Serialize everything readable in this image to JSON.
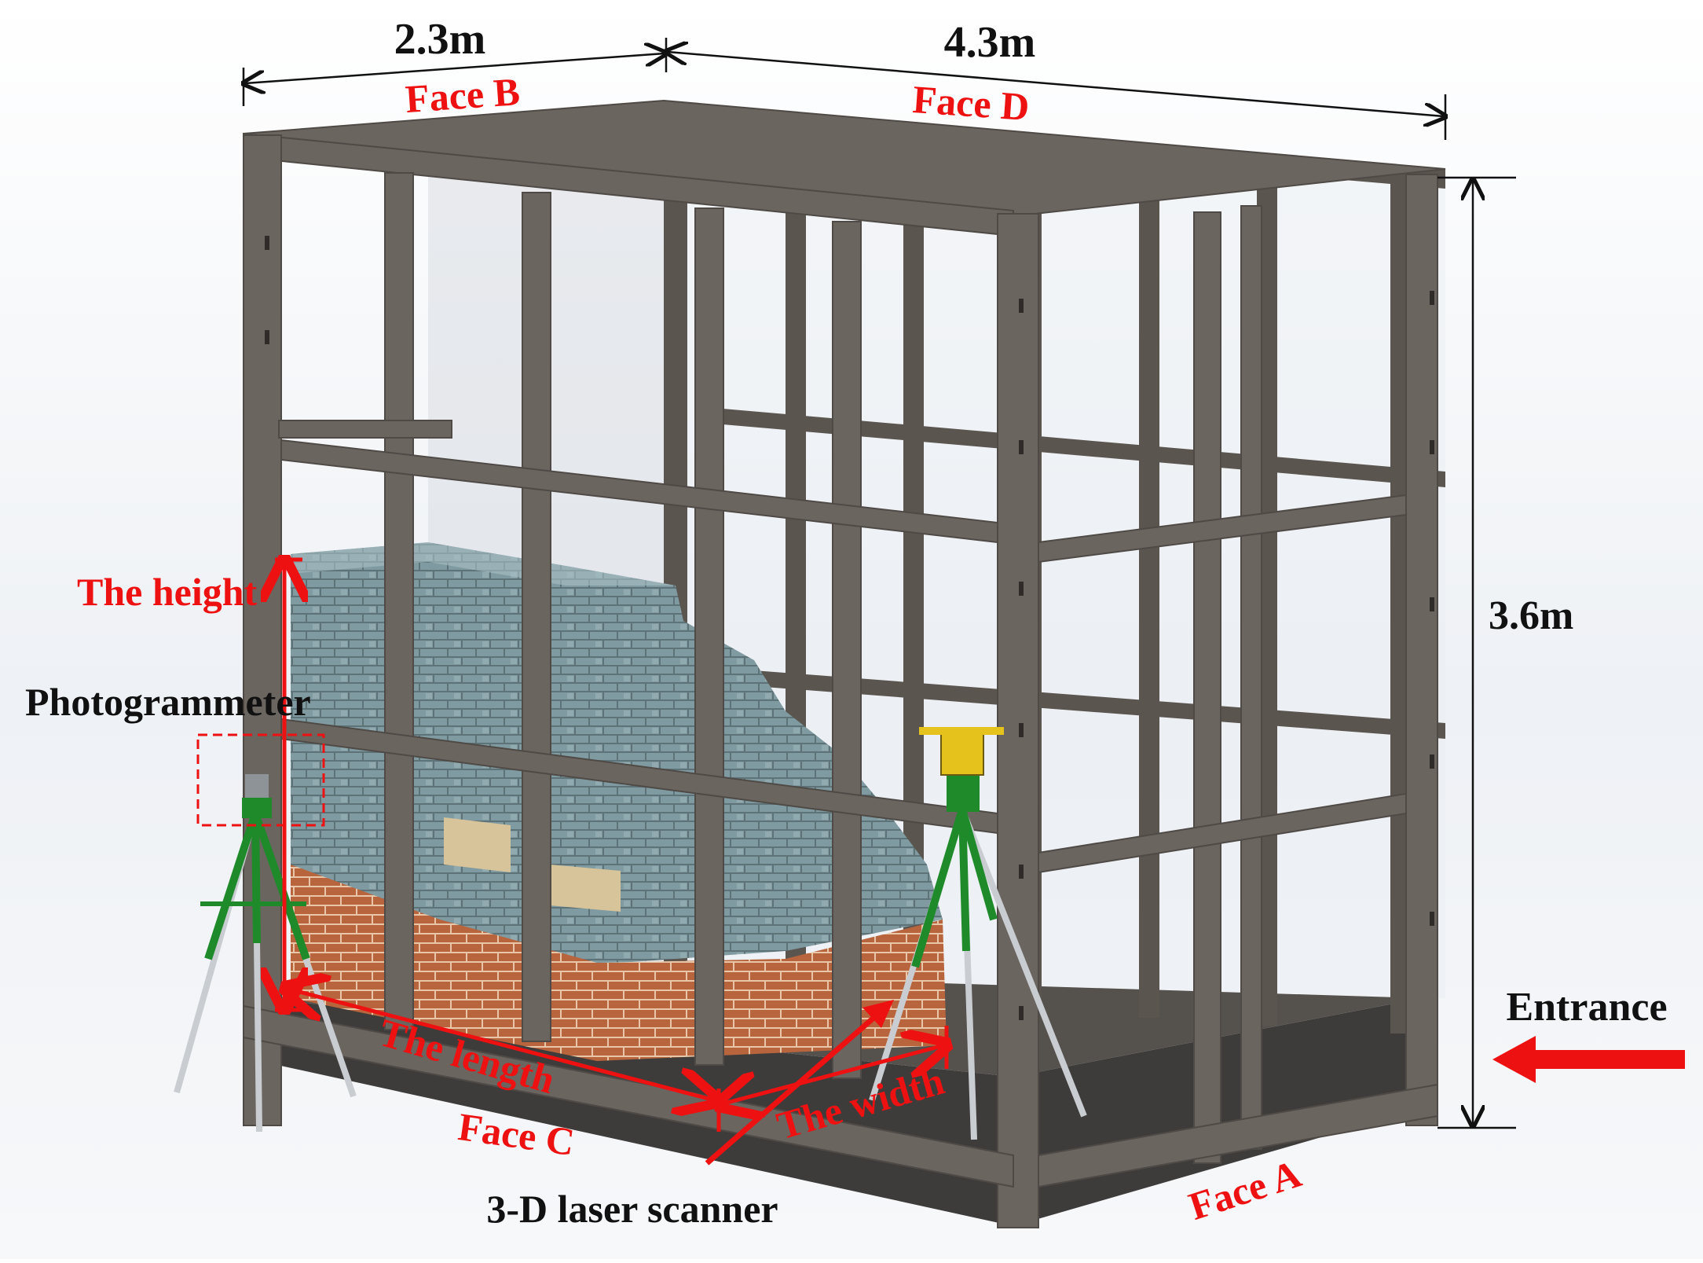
{
  "dimensions": {
    "width_b": "2.3m",
    "length_d": "4.3m",
    "height": "3.6m"
  },
  "faces": {
    "a": "Face A",
    "b": "Face B",
    "c": "Face C",
    "d": "Face D"
  },
  "sample": {
    "height": "The height",
    "length": "The length",
    "width": "The width"
  },
  "instruments": {
    "photogrammeter": "Photogrammeter",
    "laser_scanner": "3-D laser scanner"
  },
  "entrance": "Entrance",
  "colors": {
    "frame": "#6b6560",
    "frame_dark": "#4f4a46",
    "brick_gray": "#7f9aa0",
    "brick_red": "#b8643c",
    "tripod_green": "#1e8a2a",
    "annotation_red": "#ee1111",
    "floor": "#3e3c3a"
  }
}
